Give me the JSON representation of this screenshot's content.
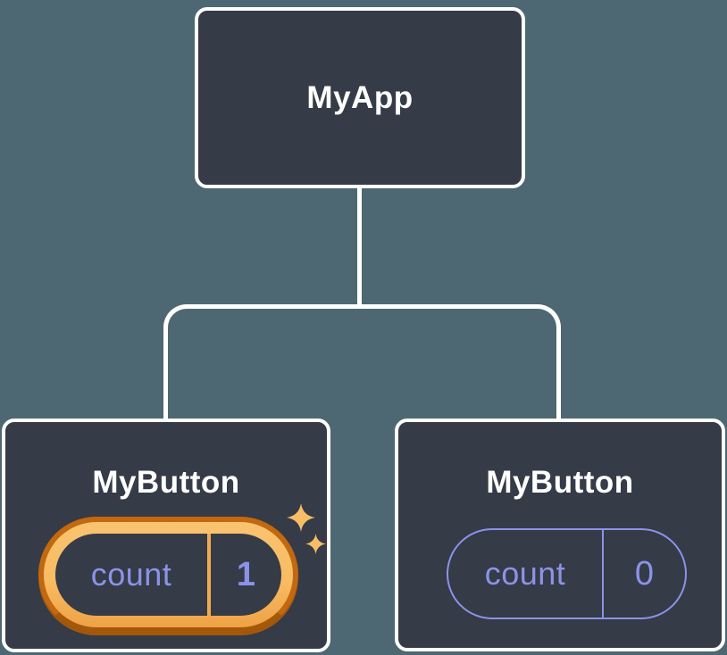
{
  "diagram": {
    "title": "component-tree-state-diagram",
    "colors": {
      "background": "#4d6872",
      "node_fill": "#353b47",
      "node_border": "#ffffff",
      "state_purple": "#8b93e8",
      "highlight_orange": "#f8bc63",
      "highlight_orange_dark": "#c2690f"
    },
    "root": {
      "label": "MyApp"
    },
    "children": [
      {
        "label": "MyButton",
        "state_name": "count",
        "state_value": "1",
        "highlighted": true
      },
      {
        "label": "MyButton",
        "state_name": "count",
        "state_value": "0",
        "highlighted": false
      }
    ]
  }
}
